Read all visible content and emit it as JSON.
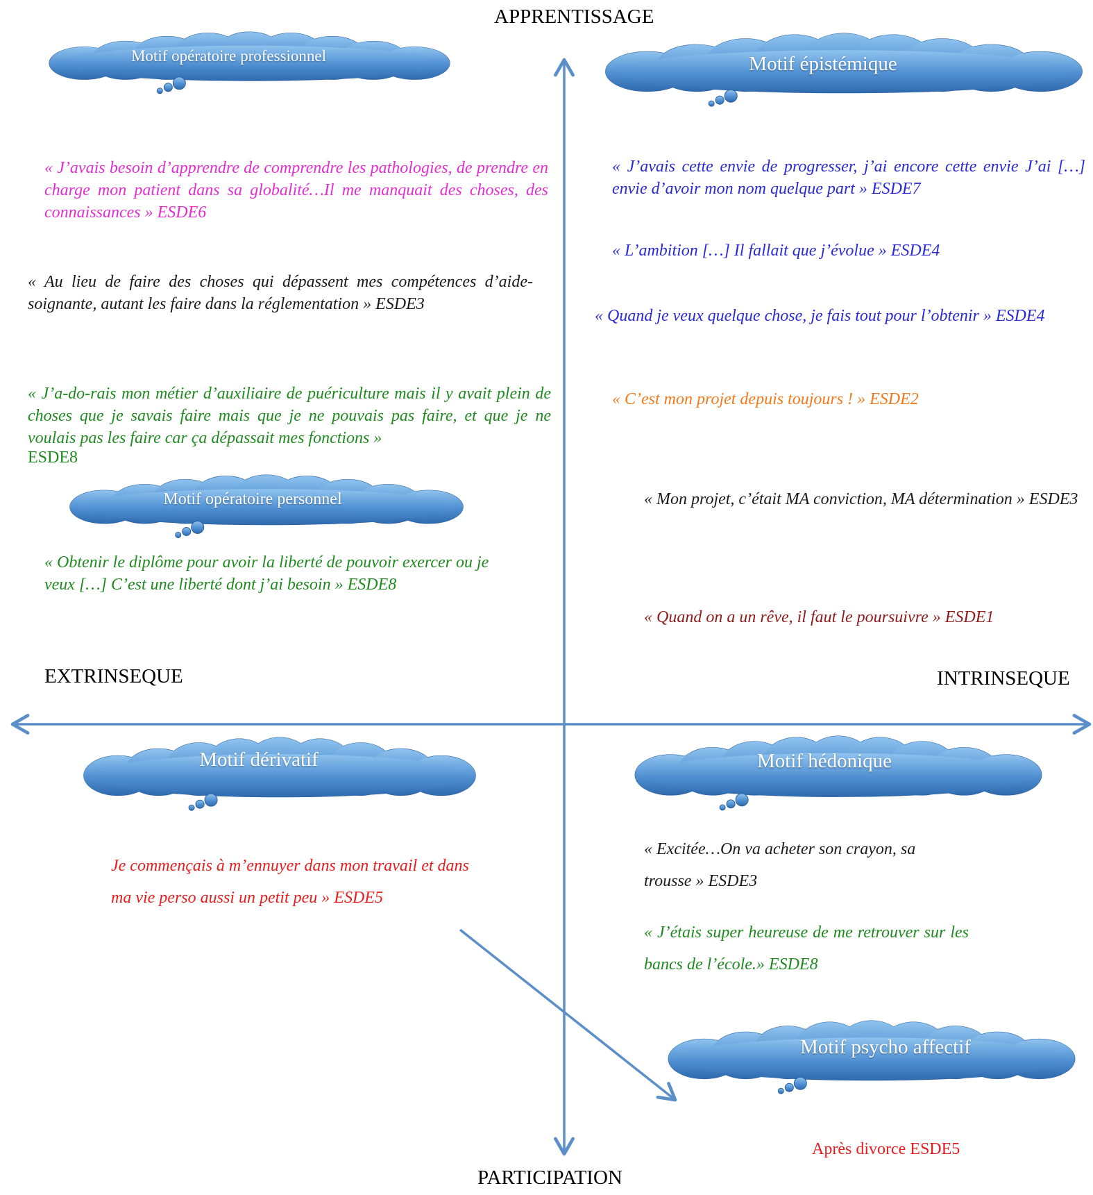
{
  "colors": {
    "axis": "#5B8FC9",
    "cloud_light": "#8FC3EE",
    "cloud_dark": "#2F6AAE",
    "magenta": "#E22ED0",
    "black": "#1a1a1a",
    "green": "#1F8A1F",
    "blue": "#2A2AD6",
    "orange": "#F07A1A",
    "darkred": "#8E1A1A",
    "red": "#E81E1E"
  },
  "axes": {
    "top": "APPRENTISSAGE",
    "bottom": "PARTICIPATION",
    "left": "EXTRINSEQUE",
    "right": "INTRINSEQUE"
  },
  "clouds": {
    "prof": "Motif opératoire professionnel",
    "epist": "Motif épistémique",
    "perso": "Motif opératoire personnel",
    "deriv": "Motif dérivatif",
    "hedon": "Motif hédonique",
    "psycho": "Motif psycho affectif"
  },
  "quotes": {
    "esde6": "« J’avais besoin d’apprendre de comprendre les pathologies, de prendre en charge mon patient dans sa globalité…Il me manquait des choses, des connaissances » ESDE6",
    "esde3_a": "« Au lieu de faire des choses qui dépassent mes compétences d’aide-soignante,  autant les faire dans la réglementation » ESDE3",
    "esde8_a": "« J’a-do-rais mon métier d’auxiliaire de puériculture mais il y avait plein de choses que je savais faire mais que je ne pouvais pas faire, et que je ne voulais pas les faire car ça dépassait mes fonctions »",
    "esde8_a_ref": "ESDE8",
    "esde8_b": "« Obtenir le diplôme  pour avoir la liberté de pouvoir exercer ou je veux […] C’est une liberté dont j’ai besoin » ESDE8",
    "esde7": "« J’avais cette envie de progresser, j’ai encore cette envie  J’ai […] envie d’avoir mon nom quelque part » ESDE7",
    "esde4_a": "« L’ambition […] Il fallait que j’évolue » ESDE4",
    "esde4_b": "« Quand je veux quelque chose, je fais tout pour l’obtenir » ESDE4",
    "esde2": "« C’est mon projet depuis toujours ! » ESDE2",
    "esde3_b": "« Mon projet, c’était MA conviction, MA détermination » ESDE3",
    "esde1": "« Quand on a un rêve, il faut le poursuivre » ESDE1",
    "esde5": "Je commençais à m’ennuyer dans mon travail et dans ma vie perso aussi un petit peu » ESDE5",
    "esde3_c": "« Excitée…On va acheter son crayon, sa trousse » ESDE3",
    "esde8_c": "« J’étais super heureuse de me retrouver sur les bancs de l’école.» ESDE8",
    "esde5_b": "Après divorce ESDE5"
  }
}
